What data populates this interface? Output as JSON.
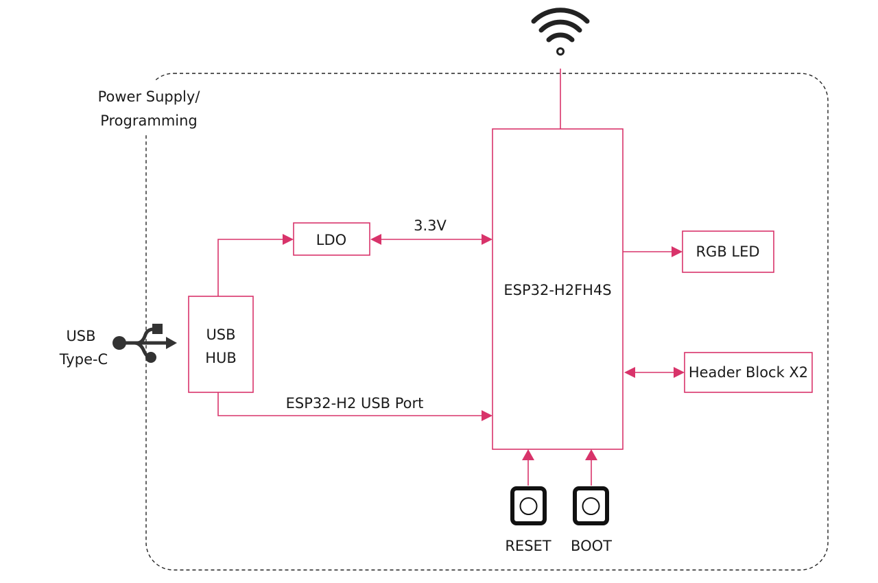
{
  "diagram": {
    "group_label_line1": "Power Supply/",
    "group_label_line2": "Programming",
    "chip": "ESP32-H2FH4S",
    "ldo": "LDO",
    "voltage": "3.3V",
    "usb_hub_line1": "USB",
    "usb_hub_line2": "HUB",
    "usb_port": "ESP32-H2 USB Port",
    "usb_connector_line1": "USB",
    "usb_connector_line2": "Type-C",
    "rgb_led": "RGB LED",
    "header": "Header Block X2",
    "reset": "RESET",
    "boot": "BOOT",
    "accent_color": "#d8336a",
    "icons": [
      "wifi-icon",
      "usb-icon",
      "push-button-icon"
    ]
  }
}
